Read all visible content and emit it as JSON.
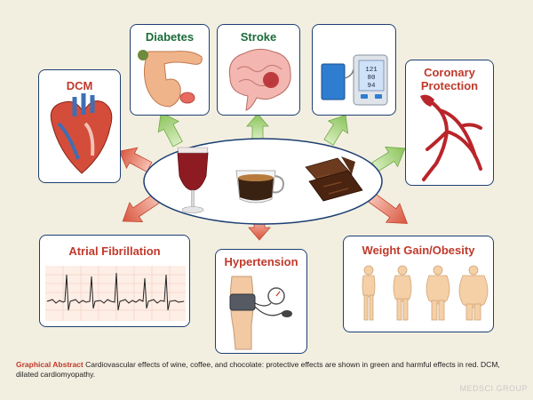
{
  "boxes": {
    "dcm": "DCM",
    "diabetes": "Diabetes",
    "stroke": "Stroke",
    "coronary": "Coronary\nProtection",
    "atrial": "Atrial Fibrillation",
    "hypertension": "Hypertension",
    "obesity": "Weight Gain/Obesity"
  },
  "bp_monitor_readout": [
    "121",
    "80",
    "94"
  ],
  "caption": {
    "title": "Graphical Abstract",
    "text": " Cardiovascular effects of wine, coffee, and chocolate: protective effects are shown in green and harmful effects in red. DCM, dilated cardiomyopathy."
  },
  "watermark": "MEDSCI GROUP",
  "colors": {
    "title_red": "#c0392b",
    "box_border": "#1d3f73",
    "protective_arrow": "#9ccf6e",
    "harmful_arrow": "#e2705a"
  }
}
